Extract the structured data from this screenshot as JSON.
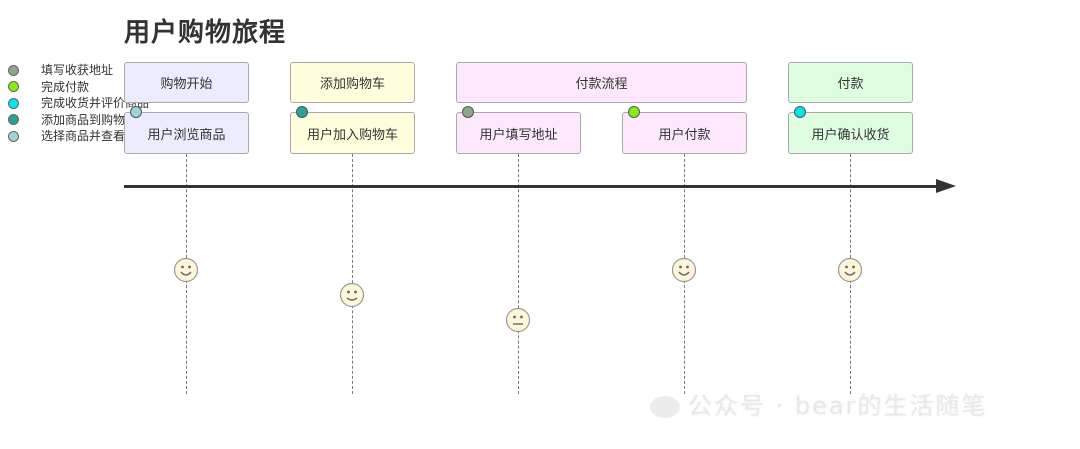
{
  "title": "用户购物旅程",
  "legend": [
    {
      "label": "填写收获地址",
      "color": "#8aa889"
    },
    {
      "label": "完成付款",
      "color": "#7ff00f"
    },
    {
      "label": "完成收货并评价商品",
      "color": "#00e5ee"
    },
    {
      "label": "添加商品到购物车",
      "color": "#2aa198"
    },
    {
      "label": "选择商品并查看详情",
      "color": "#9cd5d5"
    }
  ],
  "sections": [
    {
      "label": "购物开始",
      "fill": "#ececff"
    },
    {
      "label": "添加购物车",
      "fill": "#ffffde"
    },
    {
      "label": "付款流程",
      "fill": "#fde8fd"
    },
    {
      "label": "付款",
      "fill": "#dffde0"
    }
  ],
  "tasks": [
    {
      "label": "用户浏览商品",
      "fill": "#ececff",
      "actor_color": "#9cd5d5",
      "score": 5
    },
    {
      "label": "用户加入购物车",
      "fill": "#ffffde",
      "actor_color": "#2aa198",
      "score": 4
    },
    {
      "label": "用户填写地址",
      "fill": "#fde8fd",
      "actor_color": "#8aa889",
      "score": 3
    },
    {
      "label": "用户付款",
      "fill": "#fde8fd",
      "actor_color": "#7ff00f",
      "score": 5
    },
    {
      "label": "用户确认收货",
      "fill": "#dffde0",
      "actor_color": "#00e5ee",
      "score": 5
    }
  ],
  "watermark": "公众号 · bear的生活随笔"
}
